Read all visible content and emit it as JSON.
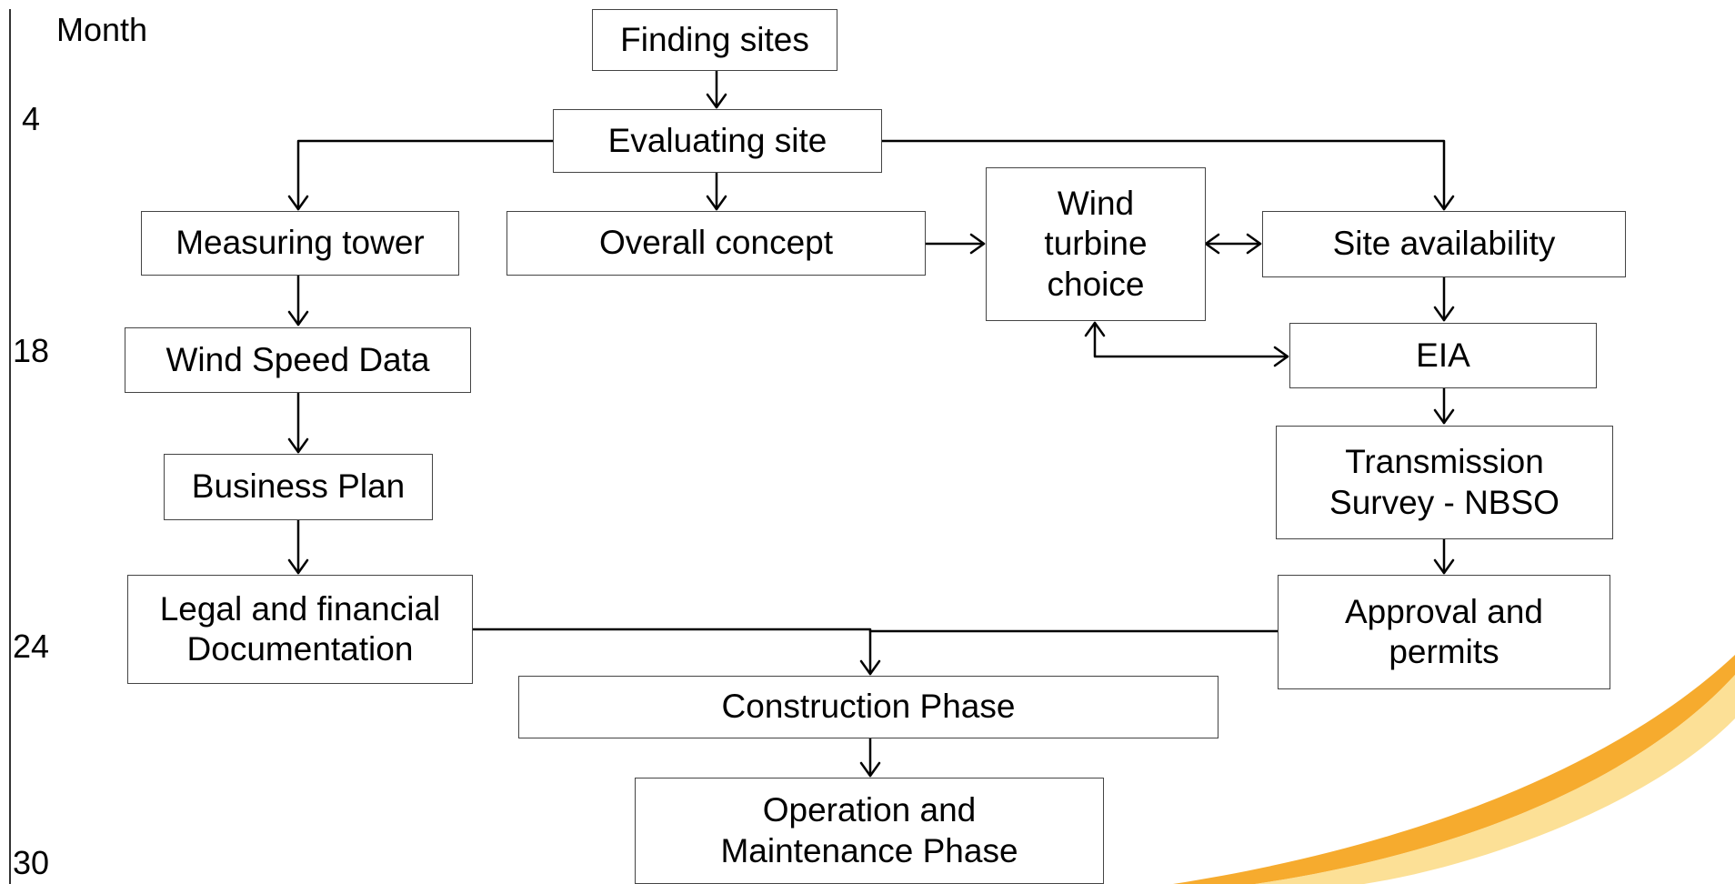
{
  "timeline": {
    "title": "Month",
    "ticks": [
      "4",
      "18",
      "24",
      "30"
    ]
  },
  "nodes": {
    "finding_sites": "Finding sites",
    "evaluating_site": "Evaluating site",
    "measuring_tower": "Measuring tower",
    "overall_concept": "Overall concept",
    "wind_turbine_choice": "Wind\nturbine\nchoice",
    "site_availability": "Site availability",
    "wind_speed_data": "Wind Speed Data",
    "eia": "EIA",
    "business_plan": "Business Plan",
    "transmission_survey": "Transmission\nSurvey - NBSO",
    "legal_financial": "Legal and financial\nDocumentation",
    "approval_permits": "Approval and\npermits",
    "construction_phase": "Construction Phase",
    "operation_maintenance": "Operation and\nMaintenance Phase"
  },
  "colors": {
    "box_border": "#444444",
    "line": "#000000",
    "swoosh_orange": "#F5A623",
    "swoosh_yellow": "#FBD36A"
  }
}
